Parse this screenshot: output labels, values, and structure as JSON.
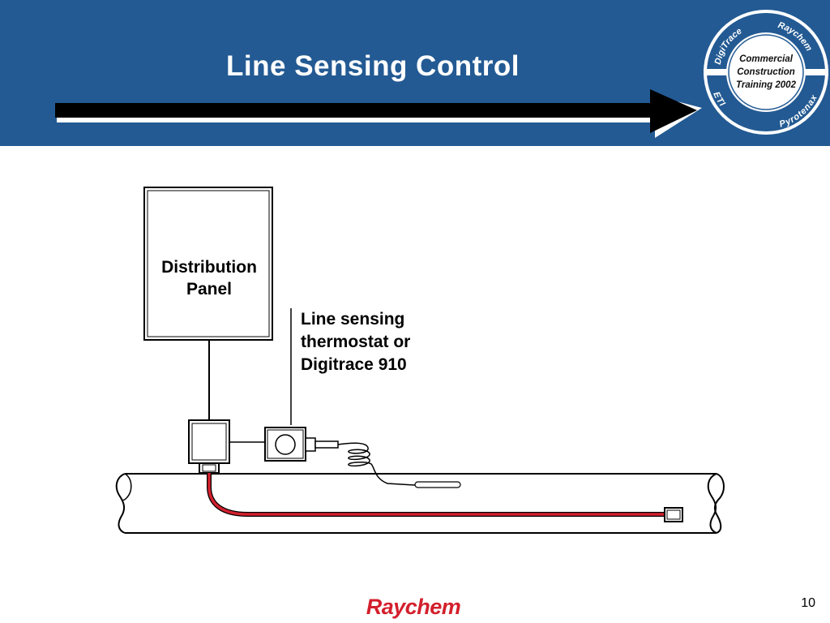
{
  "header": {
    "title": "Line Sensing Control",
    "background_color": "#235a93",
    "arrow_color": "#000000"
  },
  "badge": {
    "ring_top_left": "DigiTrace",
    "ring_top_right": "Raychem",
    "ring_bottom_left": "ETI",
    "ring_bottom_right": "Pyrotenax",
    "center_lines": [
      "Commercial",
      "Construction",
      "Training 2002"
    ],
    "ring_color": "#235a93"
  },
  "diagram": {
    "panel_label_lines": [
      "Distribution",
      "Panel"
    ],
    "callout_lines": [
      "Line sensing",
      "thermostat or",
      "Digitrace 910"
    ],
    "heating_cable_color": "#d3202d"
  },
  "footer": {
    "logo_text": "Raychem",
    "page_number": "10"
  }
}
